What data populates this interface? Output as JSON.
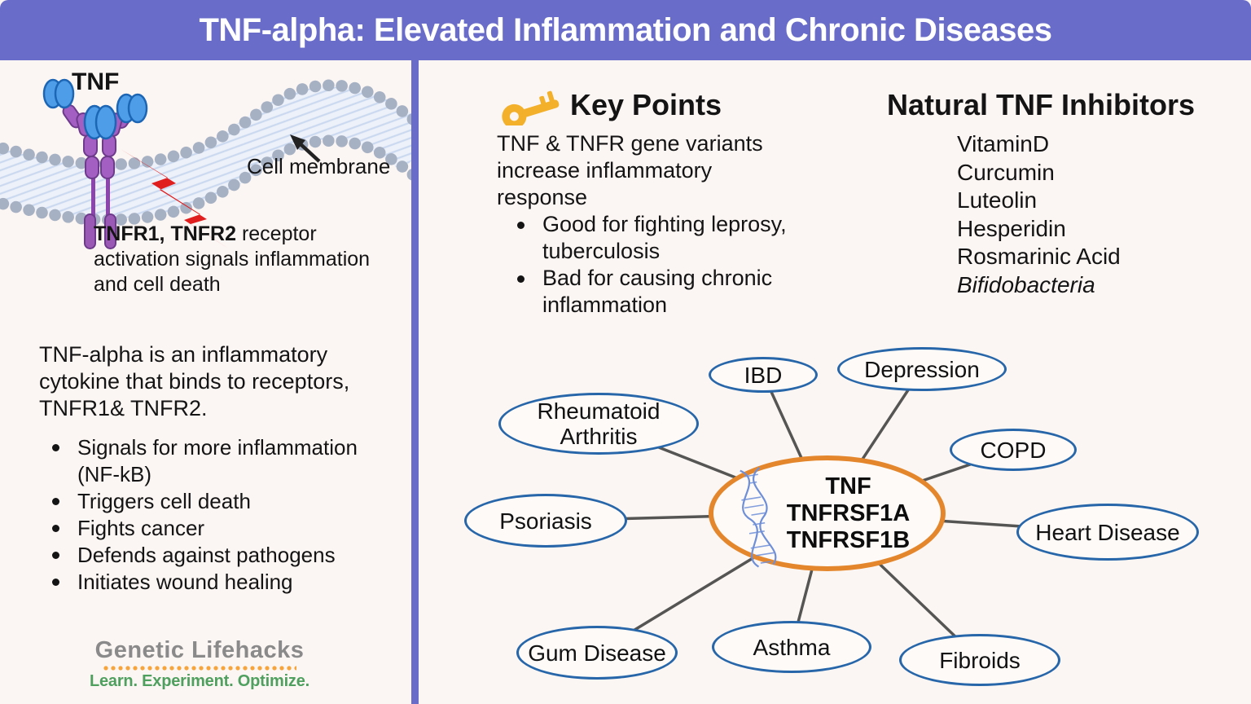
{
  "header": {
    "title": "TNF-alpha: Elevated Inflammation and Chronic Diseases"
  },
  "left_panel": {
    "tnf_label": "TNF",
    "membrane_label": "Cell membrane",
    "receptor_caption_bold": "TNFR1, TNFR2",
    "receptor_caption_rest": " receptor activation signals inflammation and cell death",
    "intro": "TNF-alpha is an inflammatory cytokine that binds to receptors, TNFR1& TNFR2.",
    "functions": [
      "Signals for more inflammation (NF-kB)",
      "Triggers cell death",
      "Fights cancer",
      "Defends against pathogens",
      "Initiates wound healing"
    ],
    "logo": {
      "name": "Genetic Lifehacks",
      "tagline": "Learn. Experiment. Optimize."
    }
  },
  "key_points": {
    "title": "Key Points",
    "intro": "TNF & TNFR gene variants increase inflammatory response",
    "bullets": [
      "Good for fighting leprosy, tuberculosis",
      "Bad for causing chronic inflammation"
    ]
  },
  "inhibitors": {
    "title": "Natural TNF Inhibitors",
    "items": [
      {
        "label": "VitaminD"
      },
      {
        "label": "Curcumin"
      },
      {
        "label": "Luteolin"
      },
      {
        "label": "Hesperidin"
      },
      {
        "label": "Rosmarinic Acid"
      },
      {
        "label": "Bifidobacteria"
      }
    ]
  },
  "diagram": {
    "center": {
      "lines": [
        "TNF",
        "TNFRSF1A",
        "TNFRSF1B"
      ]
    },
    "nodes": [
      {
        "label": "IBD"
      },
      {
        "label": "Depression"
      },
      {
        "label": "Rheumatoid Arthritis"
      },
      {
        "label": "COPD"
      },
      {
        "label": "Psoriasis"
      },
      {
        "label": "Heart Disease"
      },
      {
        "label": "Gum Disease"
      },
      {
        "label": "Asthma"
      },
      {
        "label": "Fibroids"
      }
    ]
  },
  "colors": {
    "accent_purple": "#6a6cc9",
    "node_border_blue": "#2766a9",
    "center_border_orange": "#e4872c",
    "bolt_red": "#e01e1e",
    "key_gold": "#f2b02b",
    "tnf_blue": "#4d9de8",
    "receptor_purple": "#a35fc2",
    "logo_gray": "#8a8a8a",
    "logo_green": "#4fa05f",
    "logo_orange": "#f6a43b"
  }
}
